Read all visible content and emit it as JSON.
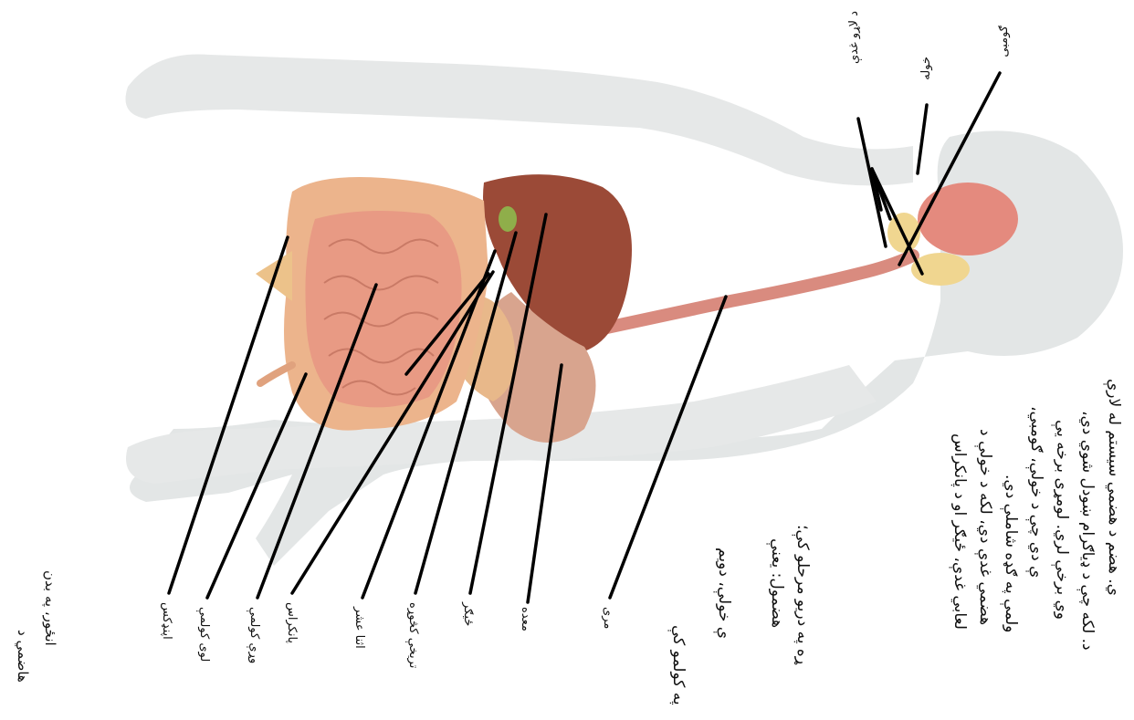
{
  "labels": {
    "mouth": "د لاړو غدې",
    "pharynx": "خوله",
    "tongue": "ګومبی",
    "esophagus": "مری",
    "stomach": "معده",
    "liver": "ځیګر",
    "gallbladder": "تریخې کڅوړه",
    "duodenum": "اثنا عشر",
    "pancreas": "پانکراس",
    "small_intestine": "وړې کولمې",
    "large_intestine": "لوی کولمې",
    "appendix": "اپنډکس"
  },
  "paragraph": [
    "ي. هضم د هضمي سیستم له لارې",
    "د. لکه چې د ډیاګرام ښودل شوي دي،",
    "وي برخې لري. لومړی برخه یې",
    "ې دي چې د خولې، ګومبي،",
    "ولمې په ګډه شاملې دي.",
    "هضمي غدې دي، لکه د خولې د",
    "لعابي غدې، ځیګر او د پانکراس",
    "ړه په دریو مرحلو کې؛",
    "هضمول: یعنې",
    "ې خولې، دویم",
    "په کولمو کې"
  ],
  "side_fragment": [
    "انځور، په بدن",
    "هاضمي د"
  ]
}
